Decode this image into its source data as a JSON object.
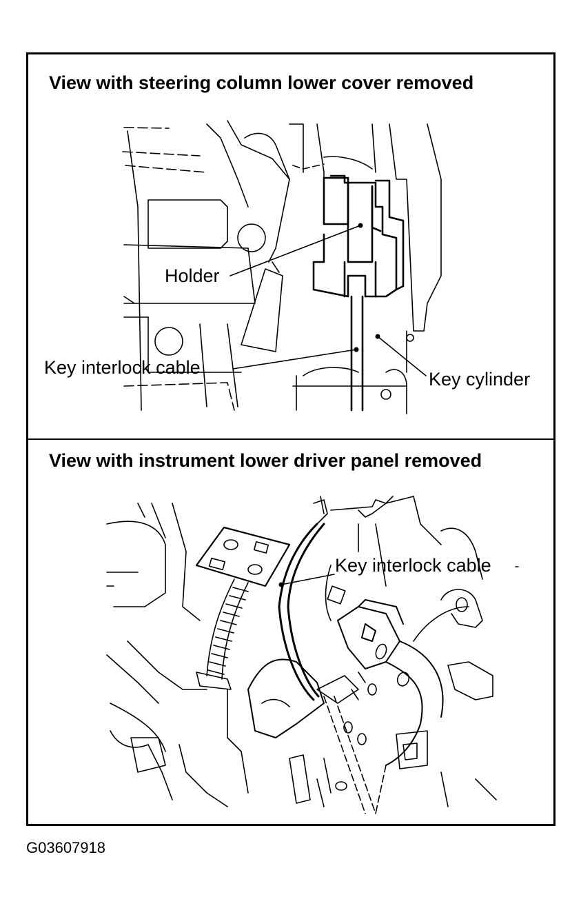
{
  "panels": [
    {
      "title": "View with steering column lower cover removed",
      "labels": {
        "holder": "Holder",
        "key_interlock_cable": "Key interlock cable",
        "key_cylinder": "Key cylinder"
      }
    },
    {
      "title": "View with instrument lower driver panel removed",
      "labels": {
        "key_interlock_cable": "Key interlock cable"
      }
    }
  ],
  "figure_id": "G03607918"
}
